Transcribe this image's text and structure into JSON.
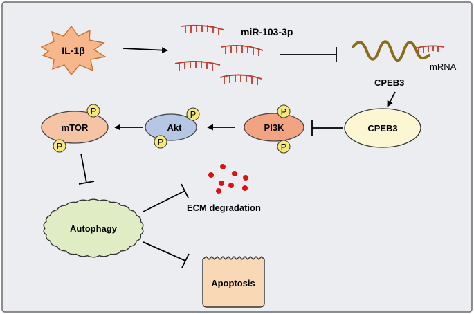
{
  "nodes": {
    "il1b": "IL-1β",
    "mirna": "miR-103-3p",
    "mrna": "mRNA",
    "cpeb3_gene": "CPEB3",
    "cpeb3": "CPEB3",
    "pi3k": "PI3K",
    "akt": "Akt",
    "mtor": "mTOR",
    "autophagy": "Autophagy",
    "ecm": "ECM degradation",
    "apoptosis": "Apoptosis"
  },
  "phospho_label": "P",
  "colors": {
    "background": "#ECEDF0",
    "il1b_fill": "#F7B68C",
    "mirna": "#C0392B",
    "mrna_strand": "#8B6C1D",
    "cpeb3_fill": "#FDF6D3",
    "pi3k_fill": "#F3A382",
    "akt_fill": "#B5C7E4",
    "mtor_fill": "#F5C4A4",
    "phospho_fill": "#F5E77A",
    "autophagy_fill": "#E0ECC4",
    "apoptosis_fill": "#F9D9B5",
    "ecm_dots": "#E01010"
  }
}
